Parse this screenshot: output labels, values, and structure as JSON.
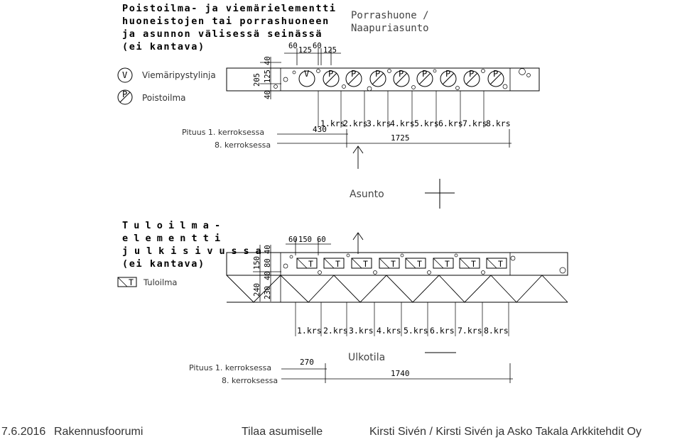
{
  "exhaust": {
    "title_lines": [
      "Poistoilma- ja viemärielementti",
      "huoneistojen tai porrashuoneen",
      "ja asunnon välisessä seinässä",
      "(ei kantava)"
    ],
    "stair_label_lines": [
      "Porrashuone /",
      "Naapuriasunto"
    ],
    "top_dims": [
      "60",
      "125",
      "60",
      "125"
    ],
    "side_dims": [
      "205",
      "40",
      "125",
      "40"
    ],
    "legend": [
      {
        "symbol": "V",
        "label": "Viemäripystylinja"
      },
      {
        "symbol": "P",
        "label": "Poistoilma"
      }
    ],
    "shafts": [
      "V",
      "P",
      "P",
      "P",
      "P",
      "P",
      "P",
      "P",
      "P"
    ],
    "floors": [
      "1.krs",
      "2.krs",
      "3.krs",
      "4.krs",
      "5.krs",
      "6.krs",
      "7.krs",
      "8.krs"
    ],
    "length_label": "Pituus 1. kerroksessa",
    "length_label_2": "8. kerroksessa",
    "length_1": "430",
    "length_8": "1725"
  },
  "apartment_label": "Asunto",
  "supply": {
    "title_lines": [
      "T u l o i l m a -",
      "e l e m e n t t i",
      "j u l k i s i v u s s a",
      "(ei kantava)"
    ],
    "top_dims": [
      "60",
      "150",
      "60"
    ],
    "side_dims_a": [
      "150",
      "40",
      "80",
      "40"
    ],
    "side_dims_b": [
      "240",
      "230"
    ],
    "legend": [
      {
        "symbol": "T",
        "label": "Tuloilma"
      }
    ],
    "ducts": [
      "T",
      "T",
      "T",
      "T",
      "T",
      "T",
      "T",
      "T"
    ],
    "floors": [
      "1.krs",
      "2.krs",
      "3.krs",
      "4.krs",
      "5.krs",
      "6.krs",
      "7.krs",
      "8.krs"
    ],
    "length_label": "Pituus 1. kerroksessa",
    "length_label_2": "8. kerroksessa",
    "length_1": "270",
    "length_8": "1740"
  },
  "outside_label": "Ulkotila",
  "footer": {
    "date": "7.6.2016",
    "event": "Rakennusfoorumi",
    "title": "Tilaa asumiselle",
    "authors": "Kirsti Sivén / Kirsti Sivén ja Asko Takala Arkkitehdit Oy"
  }
}
